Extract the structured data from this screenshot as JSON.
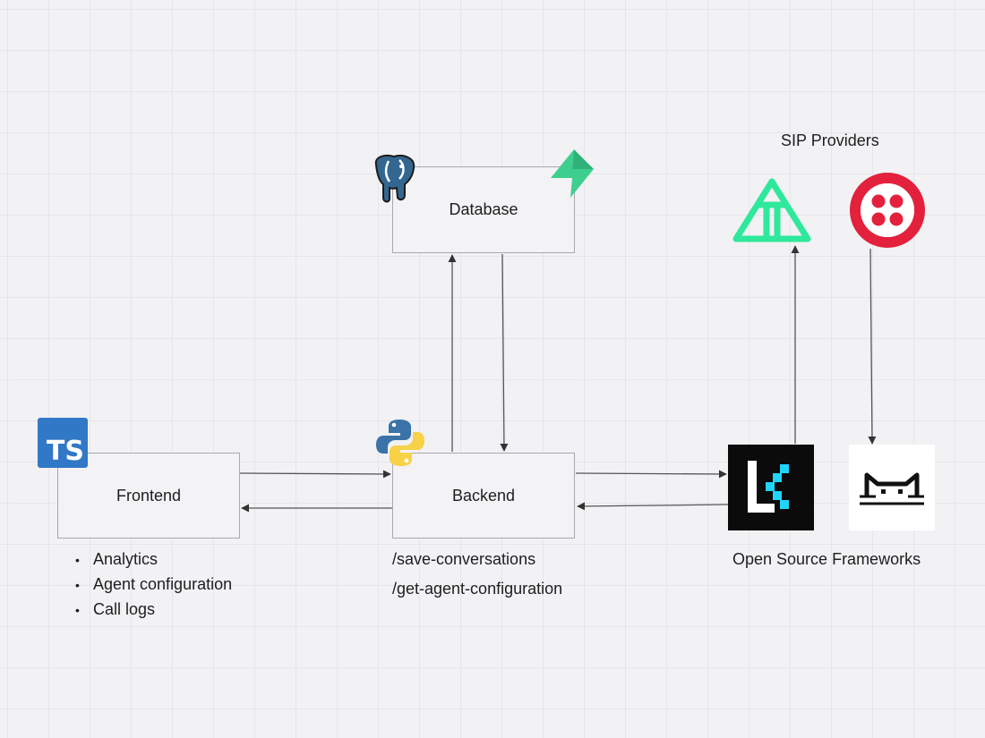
{
  "boxes": {
    "frontend": "Frontend",
    "backend": "Backend",
    "database": "Database"
  },
  "frontend_features": [
    "Analytics",
    "Agent configuration",
    "Call logs"
  ],
  "backend_endpoints": [
    "/save-conversations",
    "/get-agent-configuration"
  ],
  "sip_providers_label": "SIP Providers",
  "frameworks_label": "Open Source Frameworks",
  "icons": {
    "typescript": {
      "name": "typescript-icon",
      "text": "TS",
      "color": "#3178c6"
    },
    "python": {
      "name": "python-icon",
      "colors": [
        "#3b73a8",
        "#f7d148"
      ]
    },
    "postgres": {
      "name": "postgresql-elephant-icon",
      "color": "#336791"
    },
    "supabase": {
      "name": "supabase-bolt-icon",
      "color": "#3ecf8e"
    },
    "telnyx": {
      "name": "telnyx-icon",
      "color": "#2ee89b"
    },
    "twilio": {
      "name": "twilio-icon",
      "color": "#e3213c"
    },
    "livekit": {
      "name": "livekit-icon",
      "color": "#1fd5f9"
    },
    "pipecat": {
      "name": "pipecat-icon",
      "color": "#111111"
    }
  }
}
